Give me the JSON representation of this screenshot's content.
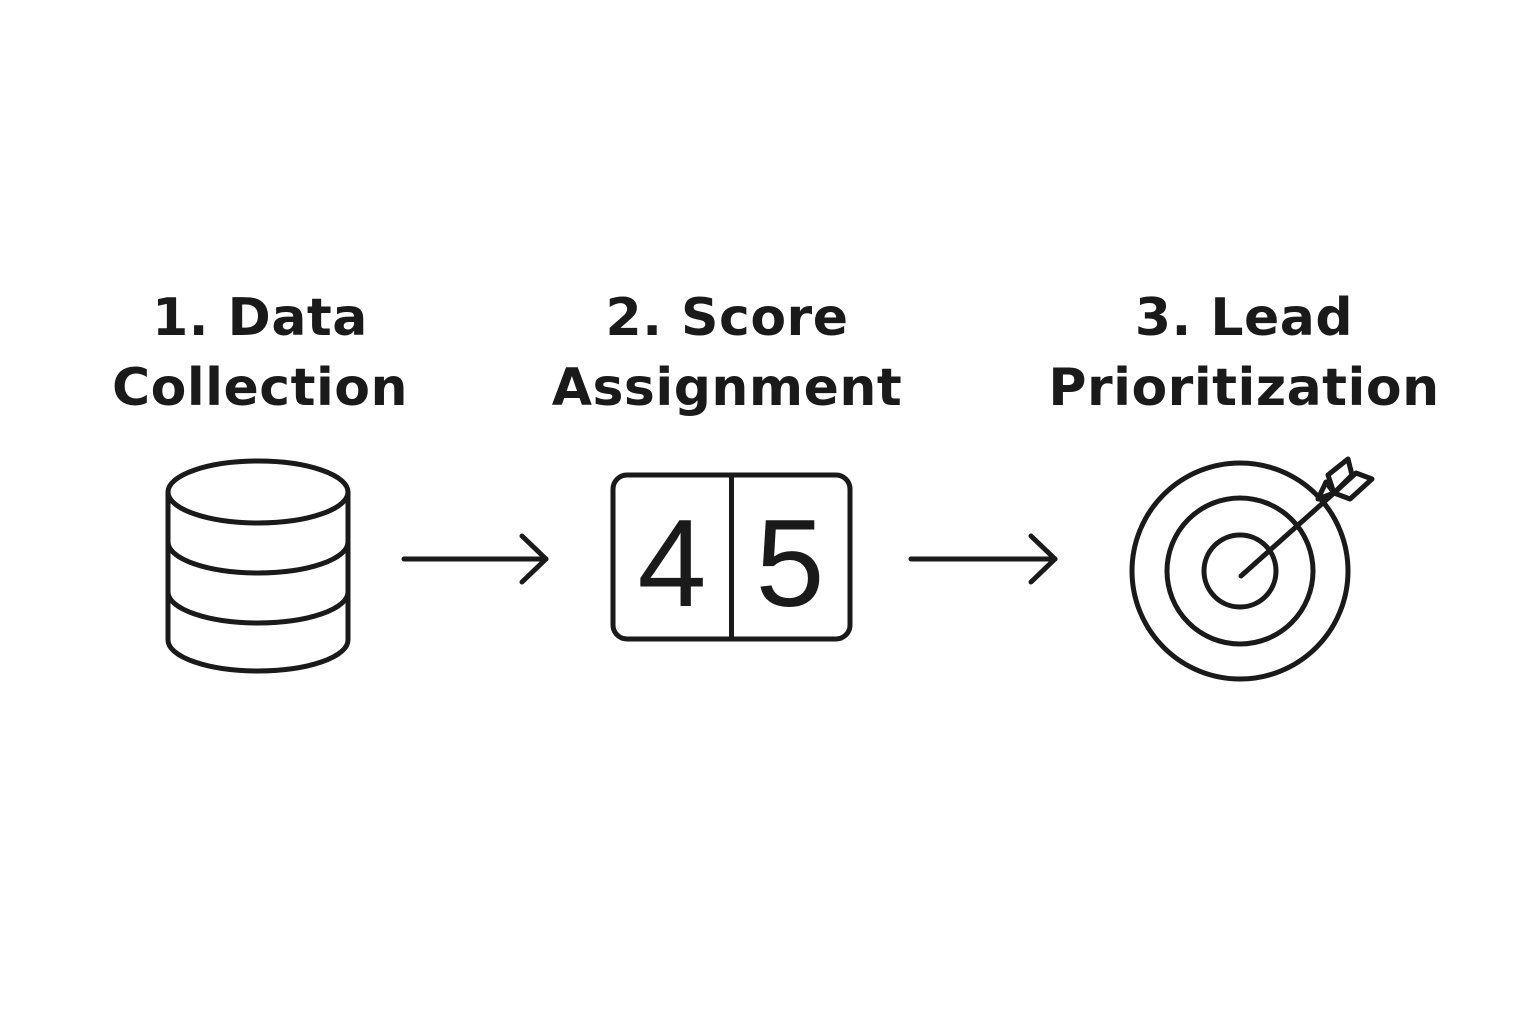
{
  "steps": [
    {
      "title_line1": "1. Data",
      "title_line2": "Collection",
      "icon": "database-icon"
    },
    {
      "title_line1": "2. Score",
      "title_line2": "Assignment",
      "icon": "scoreboard-icon",
      "score_digits": [
        "4",
        "5"
      ]
    },
    {
      "title_line1": "3. Lead",
      "title_line2": "Prioritization",
      "icon": "target-arrow-icon"
    }
  ],
  "connectors": [
    "arrow-right-icon",
    "arrow-right-icon"
  ],
  "colors": {
    "stroke": "#1a1a1a",
    "background": "#ffffff"
  }
}
